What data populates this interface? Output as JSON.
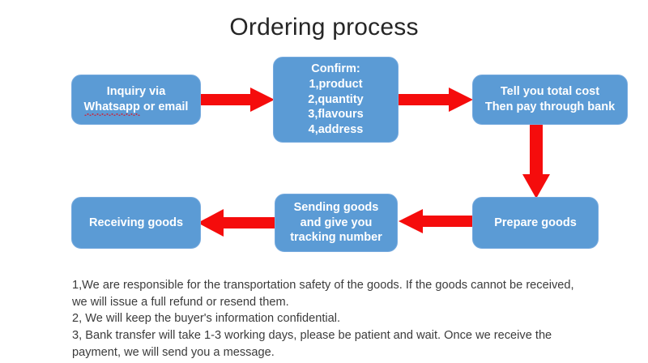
{
  "slide": {
    "title": "Ordering process",
    "background_color": "#ffffff",
    "box_fill_color": "#5b9bd5",
    "box_text_color": "#ffffff",
    "arrow_color": "#f50c0c",
    "title_color": "#262626",
    "notes_color": "#3b3b3b"
  },
  "flow": {
    "nodes": [
      {
        "id": "inquiry",
        "lines": [
          "Inquiry via",
          "Whatsapp or email"
        ],
        "line1": "Inquiry via",
        "misspelled_word": "Whatsapp",
        "rest_of_line2": " or email"
      },
      {
        "id": "confirm",
        "lines": [
          "Confirm:",
          "1,product",
          "2,quantity",
          "3,flavours",
          "4,address"
        ],
        "line1": "Confirm:",
        "line2": "1,product",
        "line3": "2,quantity",
        "line4": "3,flavours",
        "line5": "4,address"
      },
      {
        "id": "cost",
        "lines": [
          "Tell you total cost",
          "Then pay through bank"
        ],
        "line1": "Tell you total cost",
        "line2": "Then pay through bank"
      },
      {
        "id": "prepare",
        "lines": [
          "Prepare goods"
        ],
        "line1": "Prepare goods"
      },
      {
        "id": "sending",
        "lines": [
          "Sending goods",
          "and give you",
          "tracking number"
        ],
        "line1": "Sending goods",
        "line2": "and give you",
        "line3": "tracking number"
      },
      {
        "id": "receiving",
        "lines": [
          "Receiving goods"
        ],
        "line1": "Receiving goods"
      }
    ],
    "arrows": [
      {
        "id": "arrow-1",
        "from": "inquiry",
        "to": "confirm",
        "direction": "right"
      },
      {
        "id": "arrow-2",
        "from": "confirm",
        "to": "cost",
        "direction": "right"
      },
      {
        "id": "arrow-3",
        "from": "cost",
        "to": "prepare",
        "direction": "down"
      },
      {
        "id": "arrow-4",
        "from": "prepare",
        "to": "sending",
        "direction": "left"
      },
      {
        "id": "arrow-5",
        "from": "sending",
        "to": "receiving",
        "direction": "left"
      }
    ]
  },
  "notes": {
    "line1": "1,We are responsible for the transportation safety of the goods. If the goods cannot be received,",
    "line2": "we will issue a full refund or resend them.",
    "line3": "2, We will keep the buyer's information confidential.",
    "line4": "3, Bank transfer will take 1-3 working days, please be patient and wait. Once we receive the",
    "line5": "payment, we will send you a message."
  }
}
